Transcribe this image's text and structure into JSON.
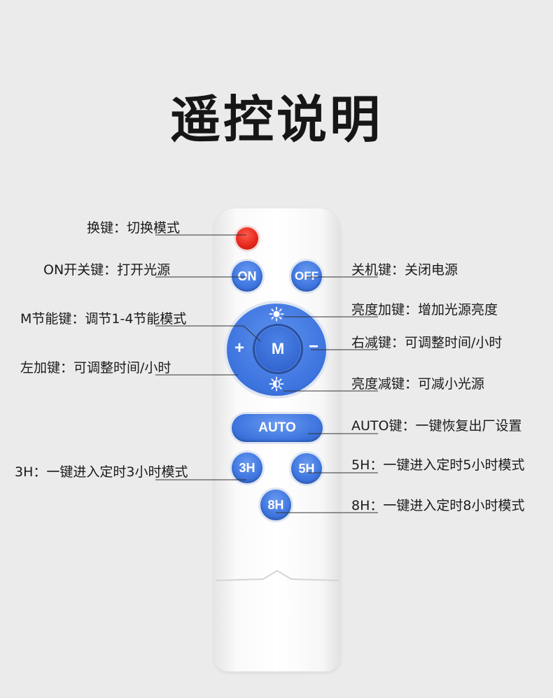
{
  "title": "遥控说明",
  "buttons": {
    "on": "ON",
    "off": "OFF",
    "mode": "M",
    "plus": "+",
    "minus": "−",
    "auto": "AUTO",
    "h3": "3H",
    "h5": "5H",
    "h8": "8H"
  },
  "icons": {
    "mode_dot": "red-circle",
    "brightness_up": "sun-icon",
    "brightness_down": "half-sun-icon"
  },
  "colors": {
    "button_blue": "#3e75df",
    "mode_red": "#e3261b",
    "remote_white": "#ffffff",
    "background": "#ebebeb"
  },
  "annotations": {
    "mode_switch": "换键：切换模式",
    "on": "ON开关键：打开光源",
    "off": "关机键：关闭电源",
    "m_save": "M节能键：调节1-4节能模式",
    "brightness_up": "亮度加键：增加光源亮度",
    "right_minus": "右减键：可调整时间/小时",
    "left_plus": "左加键：可调整时间/小时",
    "brightness_down": "亮度减键：可减小光源",
    "auto": "AUTO键：一键恢复出厂设置",
    "h3": "3H：一键进入定时3小时模式",
    "h5": "5H：一键进入定时5小时模式",
    "h8": "8H：一键进入定时8小时模式"
  }
}
